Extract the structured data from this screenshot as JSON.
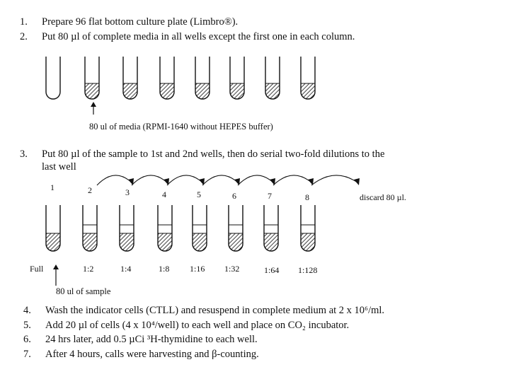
{
  "steps": [
    {
      "n": "1.",
      "text": "Prepare 96 flat bottom culture plate (Limbro®)."
    },
    {
      "n": "2.",
      "text": "Put 80 µl of complete media in all wells except the first one in each column."
    },
    {
      "n": "3.",
      "text": "Put 80 µl of the sample to 1st and 2nd wells, then do serial two-fold dilutions to the",
      "text2": "last well"
    },
    {
      "n": "4.",
      "text": "Wash the indicator cells (CTLL) and resuspend in complete medium at 2 x 10⁶/ml."
    },
    {
      "n": "5.",
      "text": "Add 20 µl of cells (4 x 10⁴/well) to each well and place on CO₂ incubator."
    },
    {
      "n": "6.",
      "text": "24 hrs later, add 0.5 µCi ³H-thymidine to each well."
    },
    {
      "n": "7.",
      "text": "After 4 hours, calls were harvesting and β-counting."
    }
  ],
  "figure1": {
    "caption": "80 ul of media (RPMI-1640 without HEPES buffer)",
    "tube_count": 8
  },
  "figure2": {
    "well_numbers": [
      "1",
      "2",
      "3",
      "4",
      "5",
      "6",
      "7",
      "8"
    ],
    "discard": "discard 80 µl.",
    "full_label": "Full",
    "dilutions": [
      "1:2",
      "1:4",
      "1:8",
      "1:16",
      "1:32",
      "1:64",
      "1:128"
    ],
    "sample_caption": "80 ul of sample"
  }
}
